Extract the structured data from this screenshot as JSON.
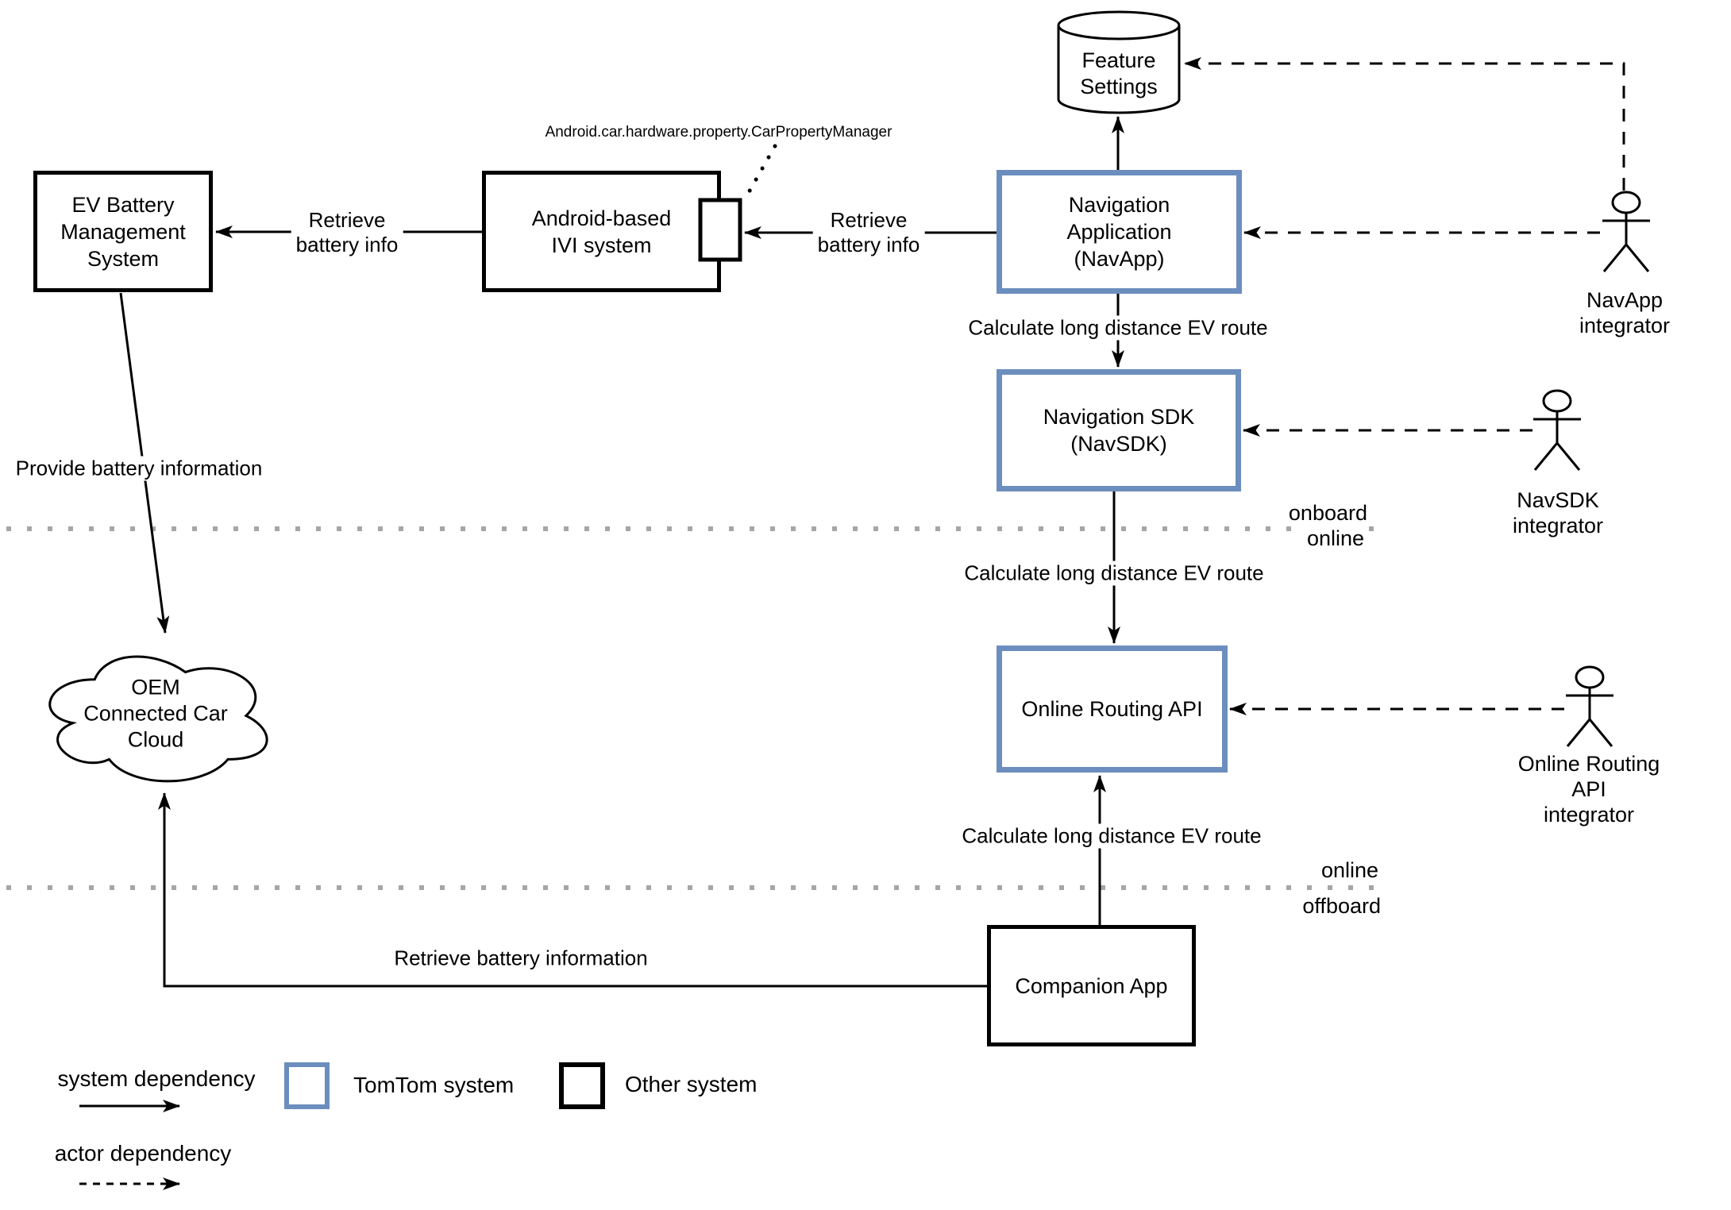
{
  "systems": {
    "ev_bms": "EV Battery\nManagement System",
    "android_ivi": "Android-based\nIVI system",
    "nav_app": "Navigation\nApplication\n(NavApp)",
    "feature_settings": "Feature\nSettings",
    "nav_sdk": "Navigation SDK\n(NavSDK)",
    "online_routing_api": "Online Routing API",
    "companion_app": "Companion App",
    "oem_cloud": "OEM\nConnected Car\nCloud"
  },
  "annotations": {
    "car_property_manager": "Android.car.hardware.property.CarPropertyManager"
  },
  "actors": {
    "navapp_integrator": "NavApp\nintegrator",
    "navsdk_integrator": "NavSDK\nintegrator",
    "online_routing_api_integrator": "Online Routing API\nintegrator"
  },
  "edges": {
    "retrieve_battery_info": "Retrieve\nbattery info",
    "calculate_route": "Calculate long distance EV route",
    "provide_battery_information": "Provide battery information",
    "retrieve_battery_information": "Retrieve battery information"
  },
  "boundaries": {
    "onboard_online": {
      "above": "onboard",
      "below": "online"
    },
    "online_offboard": {
      "above": "online",
      "below": "offboard"
    }
  },
  "legend": {
    "system_dependency": "system dependency",
    "actor_dependency": "actor dependency",
    "tomtom_system": "TomTom system",
    "other_system": "Other system"
  },
  "colors": {
    "tomtom_border": "#6c8ebf",
    "other_border": "#000000",
    "boundary_line": "#a6a6a6"
  }
}
